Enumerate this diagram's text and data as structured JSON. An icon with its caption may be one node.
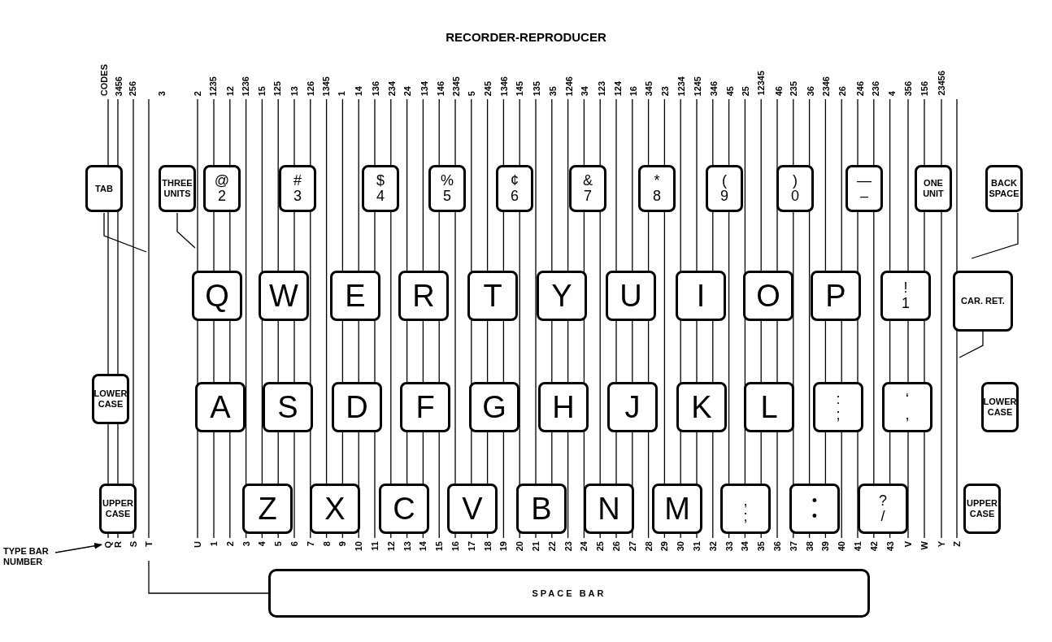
{
  "diagram": {
    "title": "RECORDER-REPRODUCER",
    "nodes": [
      {
        "text": [
          "TAB"
        ]
      },
      {
        "text": [
          "THREE UNITS"
        ]
      },
      {
        "text": [
          "@",
          "2"
        ]
      },
      {
        "text": [
          "#",
          "3"
        ]
      },
      {
        "text": [
          "$",
          "4"
        ]
      },
      {
        "text": [
          "%",
          "5"
        ]
      },
      {
        "text": [
          "¢",
          "6"
        ]
      },
      {
        "text": [
          "&",
          "7"
        ]
      },
      {
        "text": [
          "*",
          "8"
        ]
      },
      {
        "text": [
          "(",
          "9"
        ]
      },
      {
        "text": [
          ")",
          "0"
        ]
      },
      {
        "text": [
          "—",
          "–"
        ]
      },
      {
        "text": [
          "ONE UNIT"
        ]
      },
      {
        "text": [
          "BACK SPACE"
        ]
      },
      {
        "text": [
          "Q"
        ]
      },
      {
        "text": [
          "W"
        ]
      },
      {
        "text": [
          "E"
        ]
      },
      {
        "text": [
          "R"
        ]
      },
      {
        "text": [
          "T"
        ]
      },
      {
        "text": [
          "Y"
        ]
      },
      {
        "text": [
          "U"
        ]
      },
      {
        "text": [
          "I"
        ]
      },
      {
        "text": [
          "O"
        ]
      },
      {
        "text": [
          "P"
        ]
      },
      {
        "text": [
          "!",
          "1"
        ]
      },
      {
        "text": [
          "CAR. RET."
        ]
      },
      {
        "text": [
          "LOWER CASE"
        ]
      },
      {
        "text": [
          "A"
        ]
      },
      {
        "text": [
          "S"
        ]
      },
      {
        "text": [
          "D"
        ]
      },
      {
        "text": [
          "F"
        ]
      },
      {
        "text": [
          "G"
        ]
      },
      {
        "text": [
          "H"
        ]
      },
      {
        "text": [
          "J"
        ]
      },
      {
        "text": [
          "K"
        ]
      },
      {
        "text": [
          "L"
        ]
      },
      {
        "text": [
          ":",
          ";"
        ]
      },
      {
        "text": [
          "‘",
          ","
        ]
      },
      {
        "text": [
          "LOWER CASE"
        ]
      },
      {
        "text": [
          "UPPER CASE"
        ]
      },
      {
        "text": [
          "Z"
        ]
      },
      {
        "text": [
          "X"
        ]
      },
      {
        "text": [
          "C"
        ]
      },
      {
        "text": [
          "V"
        ]
      },
      {
        "text": [
          "B"
        ]
      },
      {
        "text": [
          "N"
        ]
      },
      {
        "text": [
          "M"
        ]
      },
      {
        "text": [
          ",",
          ";"
        ]
      },
      {
        "text": [
          "•",
          "•"
        ]
      },
      {
        "text": [
          "?",
          "/"
        ]
      },
      {
        "text": [
          "UPPER CASE"
        ]
      },
      {
        "text": [
          "TYPE BAR NUMBER"
        ]
      },
      {
        "text": [
          "SPACE BAR"
        ]
      },
      {
        "text": [
          "Q"
        ]
      }
    ],
    "edges": [
      {
        "from": 51,
        "to": 53,
        "arrow": "to"
      }
    ],
    "labels": [
      "CODES",
      "3456",
      "256",
      "3",
      "2",
      "1235",
      "12",
      "1236",
      "15",
      "125",
      "13",
      "126",
      "1345",
      "1",
      "14",
      "136",
      "234",
      "24",
      "134",
      "146",
      "2345",
      "5",
      "245",
      "1346",
      "145",
      "135",
      "35",
      "1246",
      "34",
      "123",
      "124",
      "16",
      "345",
      "23",
      "1234",
      "1245",
      "346",
      "45",
      "25",
      "12345",
      "46",
      "235",
      "36",
      "2346",
      "26",
      "246",
      "236",
      "4",
      "356",
      "156",
      "23456",
      "R",
      "S",
      "T",
      "U",
      "1",
      "2",
      "3",
      "4",
      "5",
      "6",
      "7",
      "8",
      "9",
      "10",
      "11",
      "12",
      "13",
      "14",
      "15",
      "16",
      "17",
      "18",
      "19",
      "20",
      "21",
      "22",
      "23",
      "24",
      "25",
      "26",
      "27",
      "28",
      "29",
      "30",
      "31",
      "32",
      "33",
      "34",
      "35",
      "36",
      "37",
      "38",
      "39",
      "40",
      "41",
      "42",
      "43",
      "V",
      "W",
      "Y",
      "Z"
    ]
  }
}
